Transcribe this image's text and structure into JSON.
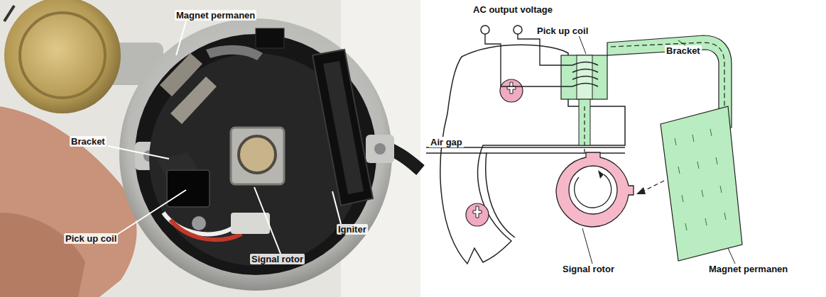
{
  "diagram": {
    "labels": [
      "Magnet permanen",
      "Bracket",
      "Pick up coil",
      "Signal rotor",
      "Igniter",
      "AC  output voltage",
      "Pick up coil",
      "Bracket",
      "Air gap",
      "Signal rotor",
      "Magnet permanen"
    ]
  }
}
